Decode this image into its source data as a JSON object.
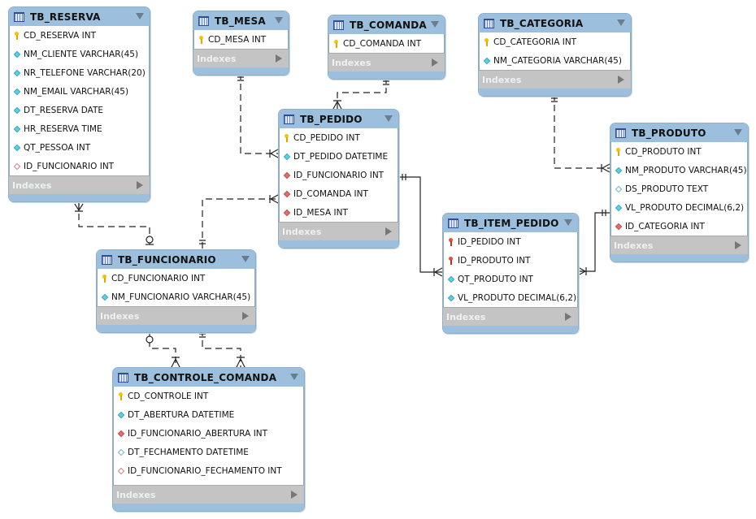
{
  "diagram": {
    "type": "EER diagram",
    "indexes_label": "Indexes",
    "tables": {
      "tb_reserva": {
        "name": "TB_RESERVA",
        "columns": [
          {
            "label": "CD_RESERVA INT",
            "icon": "primary-key-icon"
          },
          {
            "label": "NM_CLIENTE VARCHAR(45)",
            "icon": "not-null-column-icon"
          },
          {
            "label": "NR_TELEFONE VARCHAR(20)",
            "icon": "not-null-column-icon"
          },
          {
            "label": "NM_EMAIL VARCHAR(45)",
            "icon": "not-null-column-icon"
          },
          {
            "label": "DT_RESERVA DATE",
            "icon": "not-null-column-icon"
          },
          {
            "label": "HR_RESERVA TIME",
            "icon": "not-null-column-icon"
          },
          {
            "label": "QT_PESSOA INT",
            "icon": "not-null-column-icon"
          },
          {
            "label": "ID_FUNCIONARIO INT",
            "icon": "nullable-foreign-key-icon"
          }
        ]
      },
      "tb_mesa": {
        "name": "TB_MESA",
        "columns": [
          {
            "label": "CD_MESA INT",
            "icon": "primary-key-icon"
          }
        ]
      },
      "tb_comanda": {
        "name": "TB_COMANDA",
        "columns": [
          {
            "label": "CD_COMANDA INT",
            "icon": "primary-key-icon"
          }
        ]
      },
      "tb_categoria": {
        "name": "TB_CATEGORIA",
        "columns": [
          {
            "label": "CD_CATEGORIA INT",
            "icon": "primary-key-icon"
          },
          {
            "label": "NM_CATEGORIA VARCHAR(45)",
            "icon": "not-null-column-icon"
          }
        ]
      },
      "tb_pedido": {
        "name": "TB_PEDIDO",
        "columns": [
          {
            "label": "CD_PEDIDO INT",
            "icon": "primary-key-icon"
          },
          {
            "label": "DT_PEDIDO DATETIME",
            "icon": "not-null-column-icon"
          },
          {
            "label": "ID_FUNCIONARIO INT",
            "icon": "foreign-key-icon"
          },
          {
            "label": "ID_COMANDA INT",
            "icon": "foreign-key-icon"
          },
          {
            "label": "ID_MESA INT",
            "icon": "foreign-key-icon"
          }
        ]
      },
      "tb_produto": {
        "name": "TB_PRODUTO",
        "columns": [
          {
            "label": "CD_PRODUTO INT",
            "icon": "primary-key-icon"
          },
          {
            "label": "NM_PRODUTO VARCHAR(45)",
            "icon": "not-null-column-icon"
          },
          {
            "label": "DS_PRODUTO TEXT",
            "icon": "nullable-column-icon"
          },
          {
            "label": "VL_PRODUTO DECIMAL(6,2)",
            "icon": "not-null-column-icon"
          },
          {
            "label": "ID_CATEGORIA INT",
            "icon": "foreign-key-icon"
          }
        ]
      },
      "tb_item_pedido": {
        "name": "TB_ITEM_PEDIDO",
        "columns": [
          {
            "label": "ID_PEDIDO INT",
            "icon": "primary-foreign-key-icon"
          },
          {
            "label": "ID_PRODUTO INT",
            "icon": "primary-foreign-key-icon"
          },
          {
            "label": "QT_PRODUTO INT",
            "icon": "not-null-column-icon"
          },
          {
            "label": "VL_PRODUTO DECIMAL(6,2)",
            "icon": "not-null-column-icon"
          }
        ]
      },
      "tb_funcionario": {
        "name": "TB_FUNCIONARIO",
        "columns": [
          {
            "label": "CD_FUNCIONARIO INT",
            "icon": "primary-key-icon"
          },
          {
            "label": "NM_FUNCIONARIO VARCHAR(45)",
            "icon": "not-null-column-icon"
          }
        ]
      },
      "tb_controle_comanda": {
        "name": "TB_CONTROLE_COMANDA",
        "columns": [
          {
            "label": "CD_CONTROLE INT",
            "icon": "primary-key-icon"
          },
          {
            "label": "DT_ABERTURA DATETIME",
            "icon": "not-null-column-icon"
          },
          {
            "label": "ID_FUNCIONARIO_ABERTURA INT",
            "icon": "foreign-key-icon"
          },
          {
            "label": "DT_FECHAMENTO DATETIME",
            "icon": "nullable-column-icon"
          },
          {
            "label": "ID_FUNCIONARIO_FECHAMENTO INT",
            "icon": "nullable-foreign-key-icon"
          }
        ]
      }
    },
    "relationships": [
      {
        "from": "TB_FUNCIONARIO",
        "to": "TB_RESERVA",
        "from_card": "zero-or-one",
        "to_card": "many",
        "identifying": false
      },
      {
        "from": "TB_MESA",
        "to": "TB_PEDIDO",
        "from_card": "one",
        "to_card": "one-or-many",
        "identifying": false
      },
      {
        "from": "TB_COMANDA",
        "to": "TB_PEDIDO",
        "from_card": "one",
        "to_card": "one-or-many",
        "identifying": false
      },
      {
        "from": "TB_FUNCIONARIO",
        "to": "TB_PEDIDO",
        "from_card": "one",
        "to_card": "one-or-many",
        "identifying": false
      },
      {
        "from": "TB_PEDIDO",
        "to": "TB_ITEM_PEDIDO",
        "from_card": "one",
        "to_card": "one-or-many",
        "identifying": true
      },
      {
        "from": "TB_PRODUTO",
        "to": "TB_ITEM_PEDIDO",
        "from_card": "one",
        "to_card": "one-or-many",
        "identifying": true
      },
      {
        "from": "TB_CATEGORIA",
        "to": "TB_PRODUTO",
        "from_card": "one",
        "to_card": "one-or-many",
        "identifying": false
      },
      {
        "from": "TB_FUNCIONARIO",
        "to": "TB_CONTROLE_COMANDA",
        "from_card": "zero-or-one",
        "to_card": "one-or-many",
        "identifying": false
      },
      {
        "from": "TB_FUNCIONARIO",
        "to": "TB_CONTROLE_COMANDA",
        "from_card": "one",
        "to_card": "one-or-many",
        "identifying": false
      }
    ]
  }
}
